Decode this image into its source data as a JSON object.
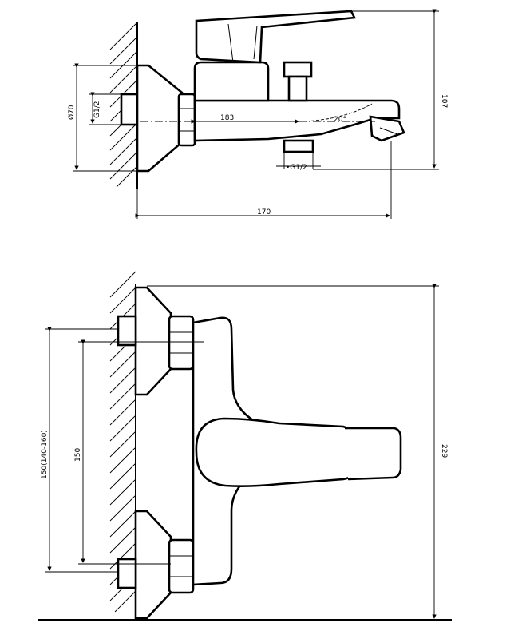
{
  "top_view": {
    "dim_height": "107",
    "dim_diameter": "Ø70",
    "dim_inlet_thread": "G1/2",
    "dim_spout_offset": "183",
    "dim_angle": "20°",
    "dim_outlet_thread": "•G1/2",
    "dim_total_length": "170"
  },
  "front_view": {
    "dim_adjustable_range": "150(140-160)",
    "dim_center": "150",
    "dim_total_height": "229"
  }
}
